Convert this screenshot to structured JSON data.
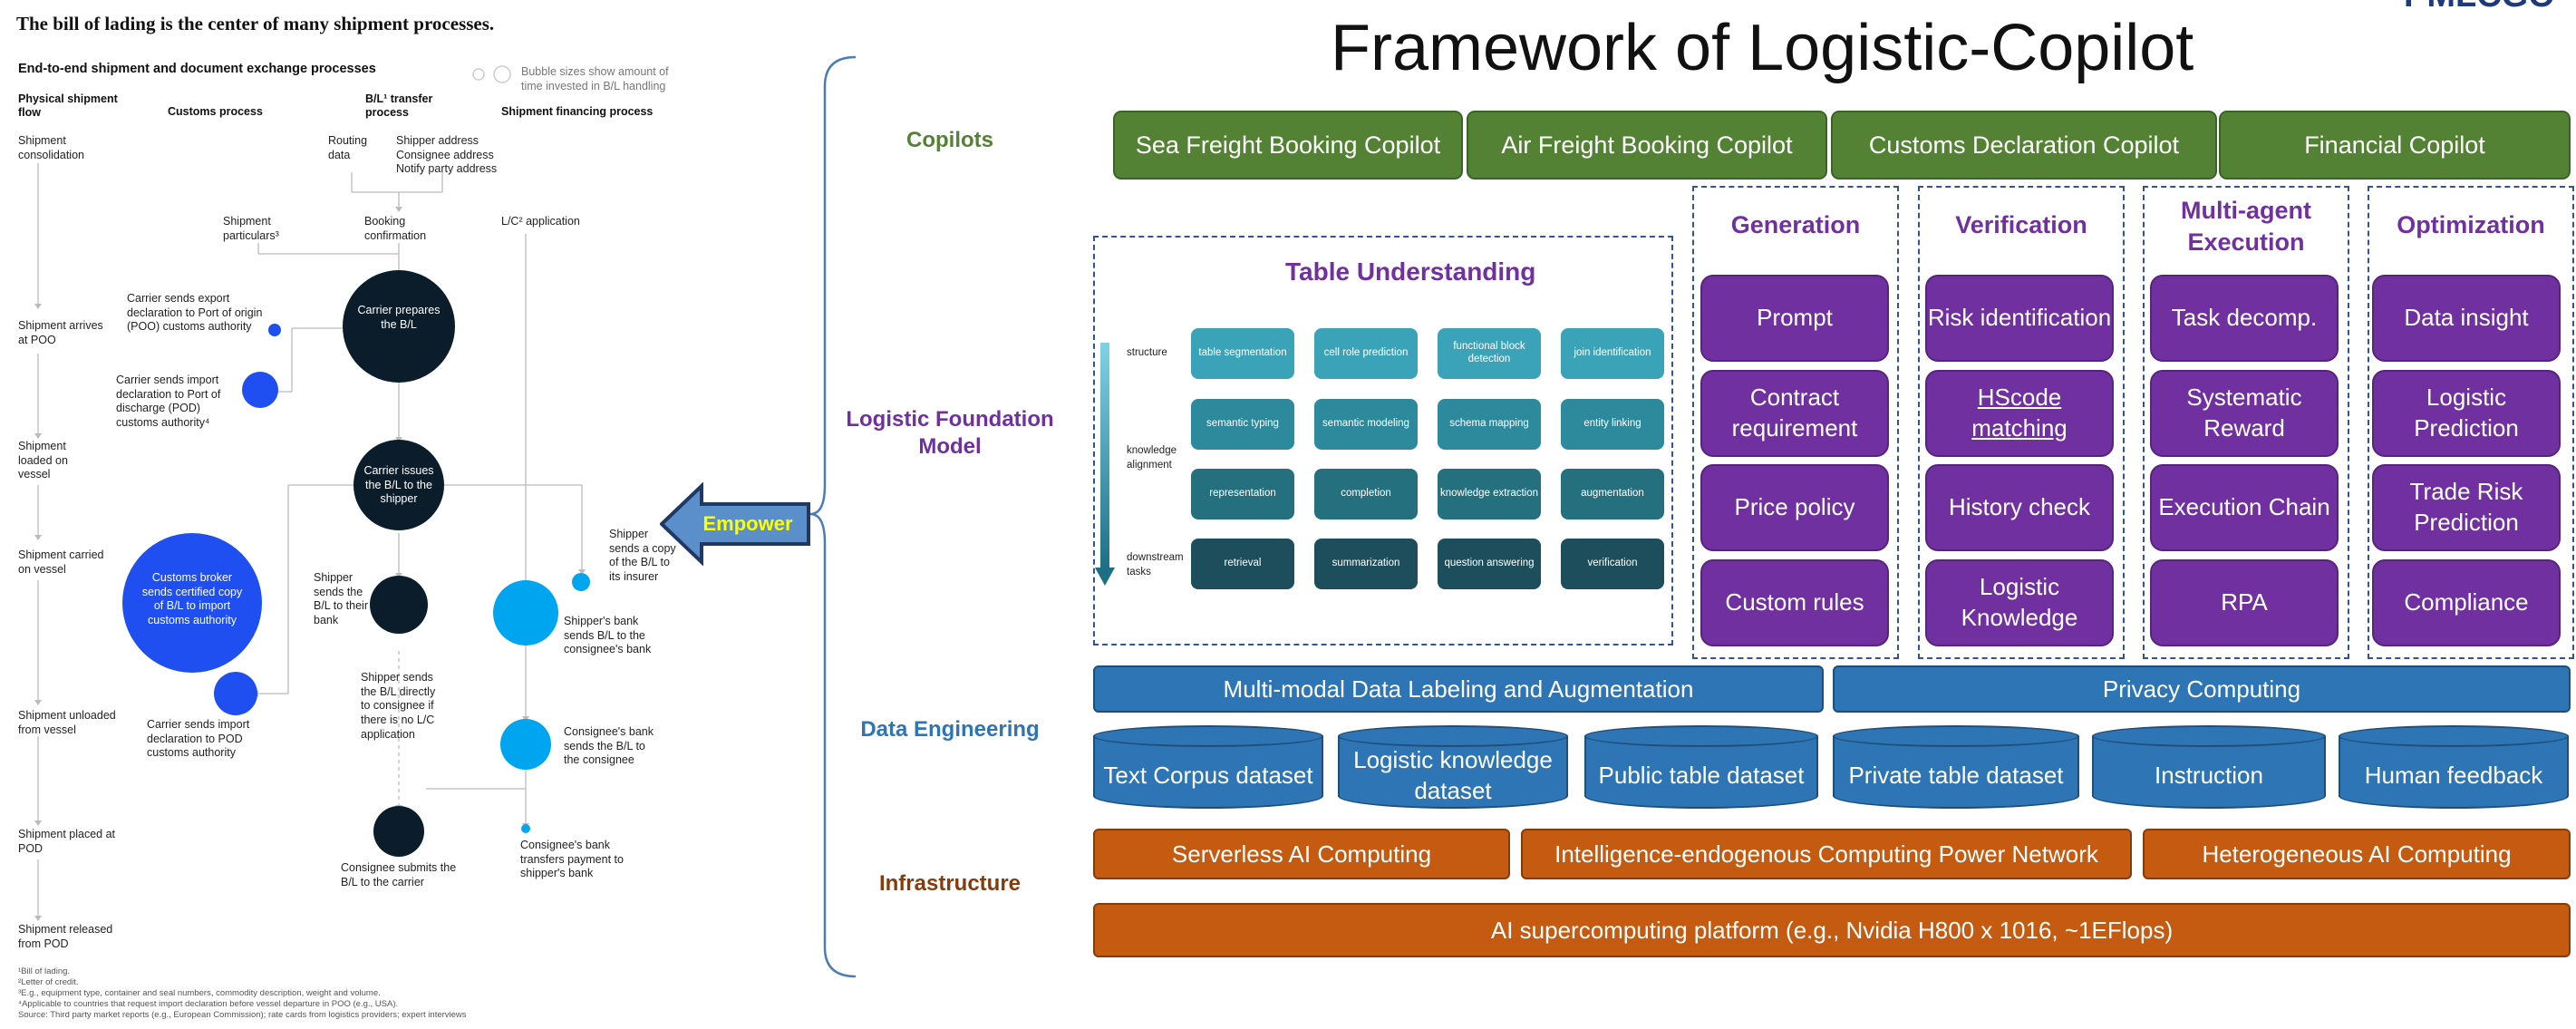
{
  "left": {
    "title": "The bill of lading is the center of many shipment processes.",
    "subtitle": "End-to-end shipment and document exchange processes",
    "bubble_note": "Bubble sizes show amount of time invested in B/L handling",
    "columns": [
      "Physical shipment flow",
      "Customs process",
      "B/L¹ transfer process",
      "Shipment financing process"
    ],
    "physical_steps": [
      "Shipment consolidation",
      "Shipment arrives at POO",
      "Shipment loaded on vessel",
      "Shipment carried on vessel",
      "Shipment unloaded from vessel",
      "Shipment placed at POD",
      "Shipment released from POD"
    ],
    "routing_data": "Routing data",
    "shipper_address": "Shipper address Consignee address Notify party address",
    "shipment_particulars": "Shipment particulars³",
    "booking_confirmation": "Booking confirmation",
    "lc_application": "L/C² application",
    "carrier_prepares": "Carrier prepares the B/L",
    "carrier_issues": "Carrier issues the B/L to the shipper",
    "export_decl": "Carrier sends export declaration to Port of origin (POO) customs authority",
    "import_decl_poo": "Carrier sends import declaration to Port of discharge (POD) customs authority⁴",
    "customs_broker": "Customs broker sends certified copy of B/L to import customs authority",
    "import_decl_pod": "Carrier sends import declaration to POD customs authority",
    "shipper_bank": "Shipper sends the B/L to their bank",
    "shipper_direct": "Shipper sends the B/L directly to consignee if there is no L/C application",
    "consignee_submits": "Consignee submits the B/L to the carrier",
    "shipper_insurer": "Shipper sends a copy of the B/L to its insurer",
    "shippers_bank_sends": "Shipper's bank sends B/L to the consignee's bank",
    "consignees_bank_sends": "Consignee's bank sends the B/L to the consignee",
    "consignees_bank_transfers": "Consignee's bank transfers payment to shipper's bank",
    "footnotes": [
      "¹Bill of lading.",
      "²Letter of credit.",
      "³E.g., equipment type, container and seal numbers, commodity description, weight and volume.",
      "⁴Applicable to countries that request import declaration before vessel departure in POO (e.g., USA).",
      "Source: Third party market reports (e.g., European Commission); rate cards from logistics providers; expert interviews"
    ]
  },
  "empower_label": "Empower",
  "framework": {
    "title": "Framework of Logistic-Copilot",
    "corner_text": "PMLCGO",
    "layers": {
      "copilots": "Copilots",
      "foundation": "Logistic Foundation Model",
      "data_engineering": "Data Engineering",
      "infrastructure": "Infrastructure"
    },
    "copilots": [
      "Sea Freight Booking Copilot",
      "Air Freight Booking Copilot",
      "Customs Declaration Copilot",
      "Financial Copilot"
    ],
    "table_understanding": {
      "title": "Table Understanding",
      "row_labels": [
        "structure",
        "knowledge alignment",
        "downstream tasks"
      ],
      "rows": [
        [
          "table segmentation",
          "cell role prediction",
          "functional block detection",
          "join identification"
        ],
        [
          "semantic typing",
          "semantic modeling",
          "schema mapping",
          "entity linking"
        ],
        [
          "representation",
          "completion",
          "knowledge extraction",
          "augmentation"
        ],
        [
          "retrieval",
          "summarization",
          "question answering",
          "verification"
        ]
      ]
    },
    "columns": [
      {
        "title": "Generation",
        "items": [
          "Prompt",
          "Contract requirement",
          "Price policy",
          "Custom rules"
        ]
      },
      {
        "title": "Verification",
        "items": [
          "Risk identification",
          "HScode matching",
          "History check",
          "Logistic Knowledge"
        ]
      },
      {
        "title": "Multi-agent Execution",
        "items": [
          "Task decomp.",
          "Systematic Reward",
          "Execution Chain",
          "RPA"
        ]
      },
      {
        "title": "Optimization",
        "items": [
          "Data insight",
          "Logistic Prediction",
          "Trade Risk Prediction",
          "Compliance"
        ]
      }
    ],
    "data_bars": [
      "Multi-modal Data Labeling and Augmentation",
      "Privacy Computing"
    ],
    "datasets": [
      "Text Corpus dataset",
      "Logistic knowledge dataset",
      "Public table dataset",
      "Private table dataset",
      "Instruction",
      "Human feedback"
    ],
    "infra_bars": [
      "Serverless AI Computing",
      "Intelligence-endogenous Computing Power Network",
      "Heterogeneous AI Computing"
    ],
    "platform": "AI supercomputing platform (e.g., Nvidia H800 x 1016, ~1EFlops)"
  },
  "colors": {
    "copilot_green": "#548235",
    "purple": "#7030a0",
    "blue": "#2e75b6",
    "orange": "#c55a11",
    "dark_navy": "#0b1d2a",
    "bubble_blue": "#1f4ff0",
    "bubble_cyan": "#00a5ef",
    "teal_light": "#3aa3b8",
    "teal_dark": "#1d4e5c"
  }
}
